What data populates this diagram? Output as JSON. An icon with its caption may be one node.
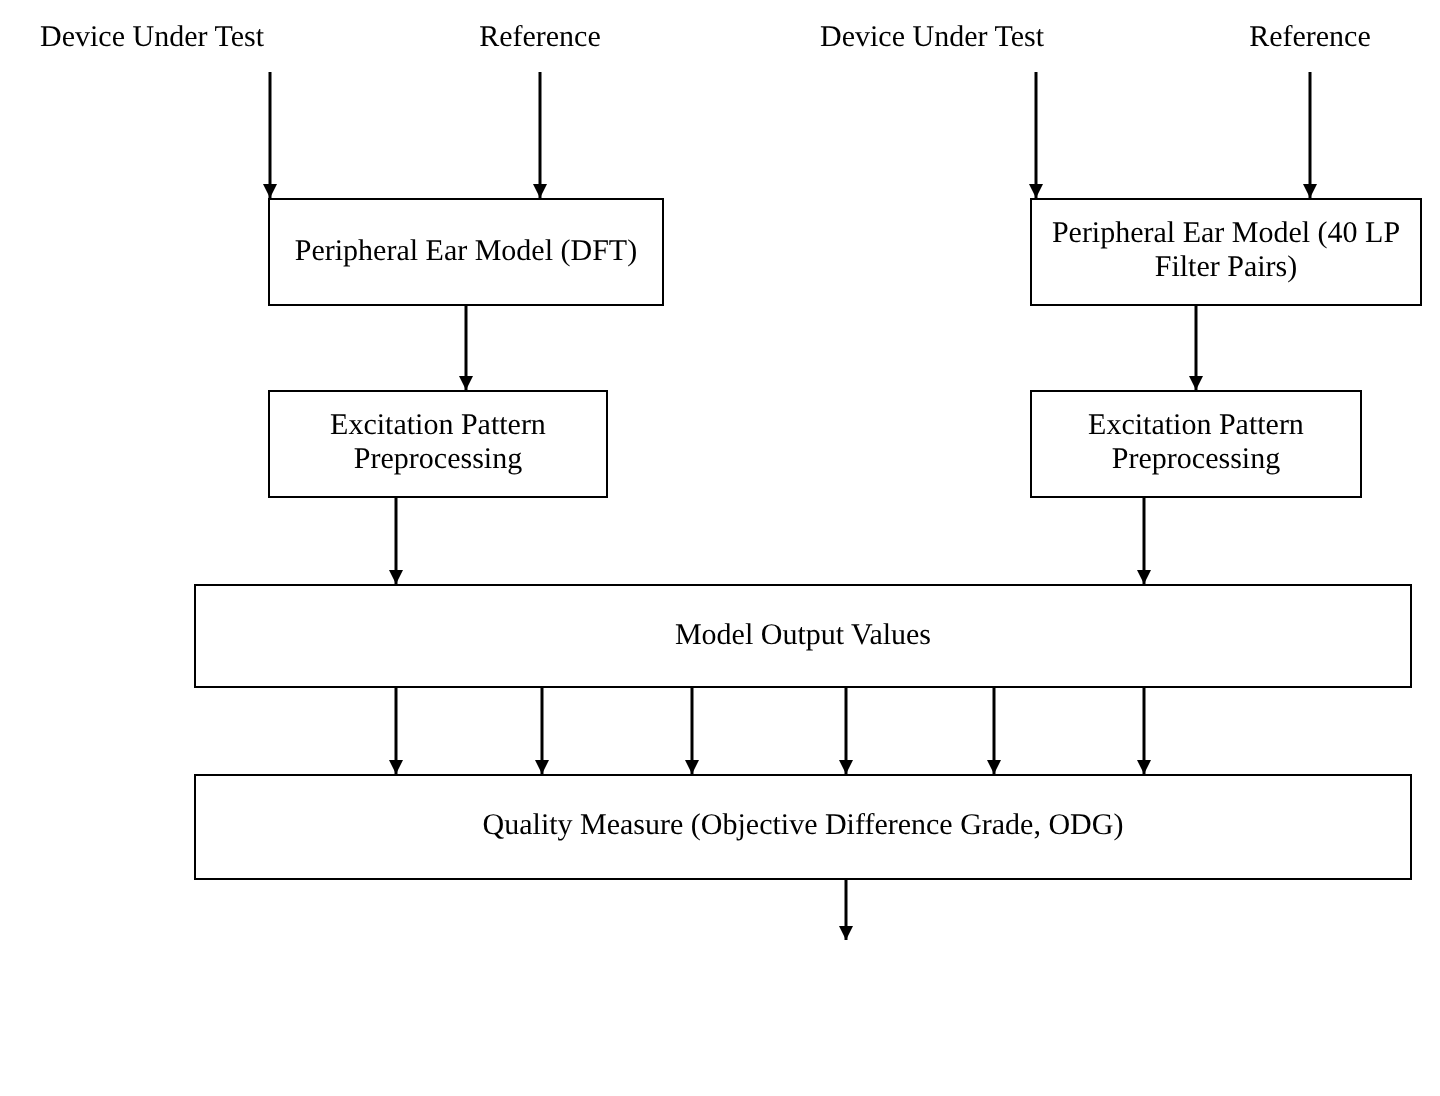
{
  "diagram": {
    "nodes": [
      {
        "text": [
          "Device Under Test"
        ]
      },
      {
        "text": [
          "Reference"
        ]
      },
      {
        "text": [
          "Device Under Test"
        ]
      },
      {
        "text": [
          "Reference"
        ]
      },
      {
        "text": [
          "Peripheral Ear Model (DFT)"
        ]
      },
      {
        "text": [
          "Peripheral Ear Model (40 LP Filter Pairs)"
        ]
      },
      {
        "text": [
          "Excitation Pattern Preprocessing"
        ]
      },
      {
        "text": [
          "Excitation Pattern Preprocessing"
        ]
      },
      {
        "text": [
          "Model Output Values"
        ]
      },
      {
        "text": [
          "Quality Measure (Objective Difference Grade, ODG)"
        ]
      }
    ],
    "edges": [
      {
        "from": 0,
        "to": 4,
        "arrow": "to"
      },
      {
        "from": 1,
        "to": 4,
        "arrow": "to"
      },
      {
        "from": 2,
        "to": 5,
        "arrow": "to"
      },
      {
        "from": 3,
        "to": 5,
        "arrow": "to"
      },
      {
        "from": 4,
        "to": 6,
        "arrow": "to"
      },
      {
        "from": 5,
        "to": 7,
        "arrow": "to"
      },
      {
        "from": 6,
        "to": 8,
        "arrow": "to"
      },
      {
        "from": 7,
        "to": 8,
        "arrow": "to"
      },
      {
        "from": 8,
        "to": 9,
        "arrow": "to"
      },
      {
        "from": 8,
        "to": 9,
        "arrow": "to"
      },
      {
        "from": 8,
        "to": 9,
        "arrow": "to"
      },
      {
        "from": 8,
        "to": 9,
        "arrow": "to"
      },
      {
        "from": 8,
        "to": 9,
        "arrow": "to"
      },
      {
        "from": 8,
        "to": 9,
        "arrow": "to"
      },
      {
        "from": 9,
        "to": null,
        "arrow": "to"
      }
    ]
  }
}
